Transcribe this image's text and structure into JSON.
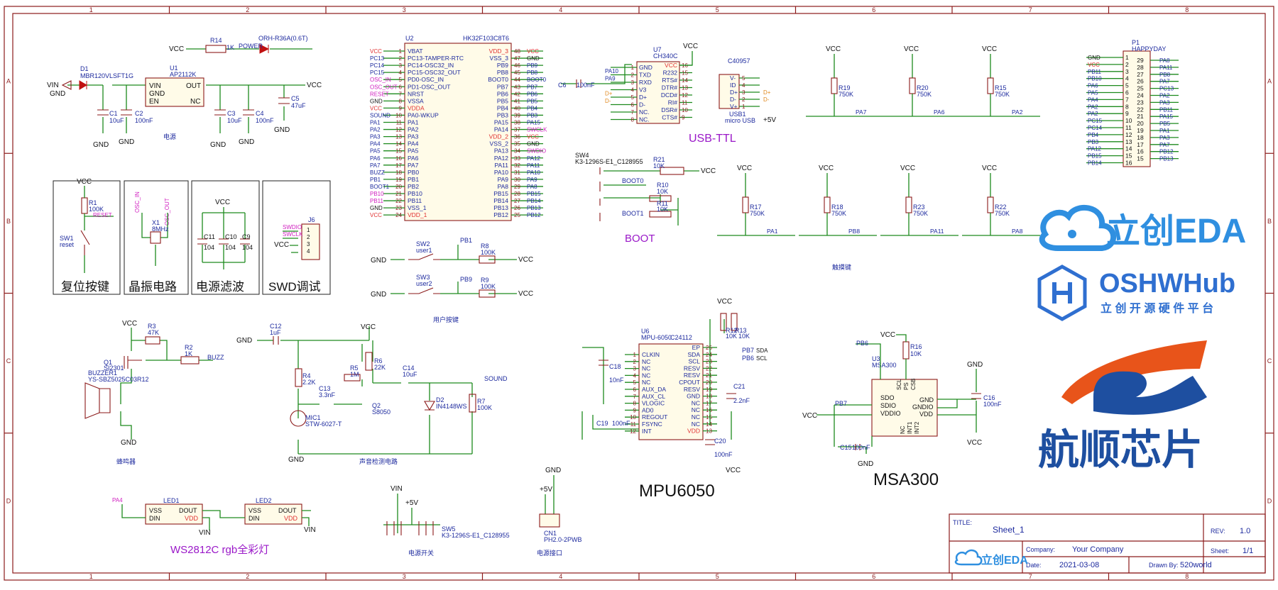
{
  "frame": {
    "col_labels": [
      "1",
      "2",
      "3",
      "4",
      "5",
      "6",
      "7",
      "8"
    ],
    "row_labels": [
      "A",
      "B",
      "C",
      "D"
    ]
  },
  "power": {
    "d1_ref": "D1",
    "d1_part": "MBR120VLSFT1G",
    "u1_ref": "U1",
    "u1_part": "AP2112K",
    "u1_pins": [
      "VIN",
      "GND",
      "EN",
      "OUT",
      "NC"
    ],
    "vin": "VIN",
    "gnd": "GND",
    "vcc": "VCC",
    "r14": "R14",
    "r14_val": "1K",
    "power_led_ref": "ORH-R36A(0.6T)",
    "power_led_name": "POWER",
    "c1": "C1",
    "c1_val": "10uF",
    "c2": "C2",
    "c2_val": "100nF",
    "c3": "C3",
    "c3_val": "10uF",
    "c4": "C4",
    "c4_val": "100nF",
    "c5": "C5",
    "c5_val": "47uF",
    "caption": "电源"
  },
  "mcu": {
    "ref": "U2",
    "part": "HK32F103C8T6",
    "left_pins": [
      {
        "n": "1",
        "name": "VBAT",
        "net": "VCC",
        "netc": "#e03030"
      },
      {
        "n": "2",
        "name": "PC13-TAMPER-RTC",
        "net": "PC13",
        "netc": "#1d2a9e"
      },
      {
        "n": "3",
        "name": "PC14-OSC32_IN",
        "net": "PC14",
        "netc": "#1d2a9e"
      },
      {
        "n": "4",
        "name": "PC15-OSC32_OUT",
        "net": "PC15",
        "netc": "#1d2a9e"
      },
      {
        "n": "5",
        "name": "PD0-OSC_IN",
        "net": "OSC_IN",
        "netc": "#d020c0"
      },
      {
        "n": "6",
        "name": "PD1-OSC_OUT",
        "net": "OSC_OUT",
        "netc": "#d020c0"
      },
      {
        "n": "7",
        "name": "NRST",
        "net": "RESET",
        "netc": "#d020c0"
      },
      {
        "n": "8",
        "name": "VSSA",
        "net": "GND",
        "netc": "#111111"
      },
      {
        "n": "9",
        "name": "VDDA",
        "net": "VCC",
        "netc": "#e03030"
      },
      {
        "n": "10",
        "name": "PA0-WKUP",
        "net": "SOUND",
        "netc": "#1d2a9e"
      },
      {
        "n": "11",
        "name": "PA1",
        "net": "PA1",
        "netc": "#1d2a9e"
      },
      {
        "n": "12",
        "name": "PA2",
        "net": "PA2",
        "netc": "#1d2a9e"
      },
      {
        "n": "13",
        "name": "PA3",
        "net": "PA3",
        "netc": "#1d2a9e"
      },
      {
        "n": "14",
        "name": "PA4",
        "net": "PA4",
        "netc": "#1d2a9e"
      },
      {
        "n": "15",
        "name": "PA5",
        "net": "PA5",
        "netc": "#1d2a9e"
      },
      {
        "n": "16",
        "name": "PA6",
        "net": "PA6",
        "netc": "#1d2a9e"
      },
      {
        "n": "17",
        "name": "PA7",
        "net": "PA7",
        "netc": "#1d2a9e"
      },
      {
        "n": "18",
        "name": "PB0",
        "net": "BUZZ",
        "netc": "#1d2a9e"
      },
      {
        "n": "19",
        "name": "PB1",
        "net": "PB1",
        "netc": "#1d2a9e"
      },
      {
        "n": "20",
        "name": "PB2",
        "net": "BOOT1",
        "netc": "#1d2a9e"
      },
      {
        "n": "21",
        "name": "PB10",
        "net": "PB10",
        "netc": "#d020c0"
      },
      {
        "n": "22",
        "name": "PB11",
        "net": "PB11",
        "netc": "#d020c0"
      },
      {
        "n": "23",
        "name": "VSS_1",
        "net": "GND",
        "netc": "#111111"
      },
      {
        "n": "24",
        "name": "VDD_1",
        "net": "VCC",
        "netc": "#e03030"
      }
    ],
    "right_pins": [
      {
        "n": "48",
        "name": "VDD_3",
        "net": "VCC",
        "netc": "#e03030"
      },
      {
        "n": "47",
        "name": "VSS_3",
        "net": "GND",
        "netc": "#111111"
      },
      {
        "n": "46",
        "name": "PB9",
        "net": "PB9",
        "netc": "#1d2a9e"
      },
      {
        "n": "45",
        "name": "PB8",
        "net": "PB8",
        "netc": "#1d2a9e"
      },
      {
        "n": "44",
        "name": "BOOT0",
        "net": "BOOT0",
        "netc": "#1d2a9e"
      },
      {
        "n": "43",
        "name": "PB7",
        "net": "PB7",
        "netc": "#1d2a9e"
      },
      {
        "n": "42",
        "name": "PB6",
        "net": "PB6",
        "netc": "#1d2a9e"
      },
      {
        "n": "41",
        "name": "PB5",
        "net": "PB5",
        "netc": "#1d2a9e"
      },
      {
        "n": "40",
        "name": "PB4",
        "net": "PB4",
        "netc": "#1d2a9e"
      },
      {
        "n": "39",
        "name": "PB3",
        "net": "PB3",
        "netc": "#1d2a9e"
      },
      {
        "n": "38",
        "name": "PA15",
        "net": "PA15",
        "netc": "#1d2a9e"
      },
      {
        "n": "37",
        "name": "PA14",
        "net": "SWCLK",
        "netc": "#d020c0"
      },
      {
        "n": "36",
        "name": "VDD_2",
        "net": "VCC",
        "netc": "#e03030"
      },
      {
        "n": "35",
        "name": "VSS_2",
        "net": "GND",
        "netc": "#111111"
      },
      {
        "n": "34",
        "name": "PA13",
        "net": "SWDIO",
        "netc": "#d020c0"
      },
      {
        "n": "33",
        "name": "PA12",
        "net": "PA12",
        "netc": "#1d2a9e"
      },
      {
        "n": "32",
        "name": "PA11",
        "net": "PA11",
        "netc": "#1d2a9e"
      },
      {
        "n": "31",
        "name": "PA10",
        "net": "PA10",
        "netc": "#1d2a9e"
      },
      {
        "n": "30",
        "name": "PA9",
        "net": "PA9",
        "netc": "#1d2a9e"
      },
      {
        "n": "29",
        "name": "PA8",
        "net": "PA8",
        "netc": "#1d2a9e"
      },
      {
        "n": "28",
        "name": "PB15",
        "net": "PB15",
        "netc": "#1d2a9e"
      },
      {
        "n": "27",
        "name": "PB14",
        "net": "PB14",
        "netc": "#1d2a9e"
      },
      {
        "n": "26",
        "name": "PB13",
        "net": "PB13",
        "netc": "#1d2a9e"
      },
      {
        "n": "25",
        "name": "PB12",
        "net": "PB12",
        "netc": "#1d2a9e"
      }
    ]
  },
  "usb": {
    "u7": "U7",
    "u7_part": "CH340C",
    "left_pins": [
      {
        "n": "1",
        "name": "GND"
      },
      {
        "n": "2",
        "name": "TXD"
      },
      {
        "n": "3",
        "name": "RXD"
      },
      {
        "n": "4",
        "name": "V3"
      },
      {
        "n": "5",
        "name": "D+"
      },
      {
        "n": "6",
        "name": "D-"
      },
      {
        "n": "7",
        "name": "NC."
      },
      {
        "n": "8",
        "name": "NC."
      }
    ],
    "right_pins": [
      {
        "n": "16",
        "name": "VCC"
      },
      {
        "n": "15",
        "name": "R232"
      },
      {
        "n": "14",
        "name": "RTS#"
      },
      {
        "n": "13",
        "name": "DTR#"
      },
      {
        "n": "12",
        "name": "DCD#"
      },
      {
        "n": "11",
        "name": "RI#"
      },
      {
        "n": "10",
        "name": "DSR#"
      },
      {
        "n": "9",
        "name": "CTS#"
      }
    ],
    "nets_left": [
      "PA10",
      "PA9",
      "",
      "D+",
      "D-"
    ],
    "c6": "C6",
    "c6_val": "100nF",
    "conn_ref": "C40957",
    "conn_pins": [
      "V-",
      "ID",
      "D+",
      "D-",
      "V+"
    ],
    "usb1": "USB1",
    "usb1_part": "micro USB",
    "plus5v": "+5V",
    "caption": "USB-TTL"
  },
  "boot": {
    "sw4": "SW4",
    "sw4_part": "K3-1296S-E1_C128955",
    "r21": "R21",
    "r21_val": "10K",
    "r10": "R10",
    "r10_val": "10K",
    "r11": "R11",
    "r11_val": "10K",
    "boot0": "BOOT0",
    "boot1": "BOOT1",
    "caption": "BOOT"
  },
  "touch": {
    "res": [
      {
        "ref": "R19",
        "val": "750K",
        "net": "PA7"
      },
      {
        "ref": "R20",
        "val": "750K",
        "net": "PA6"
      },
      {
        "ref": "R15",
        "val": "750K",
        "net": "PA2"
      },
      {
        "ref": "R17",
        "val": "750K",
        "net": "PA1"
      },
      {
        "ref": "R18",
        "val": "750K",
        "net": "PB8"
      },
      {
        "ref": "R23",
        "val": "750K",
        "net": "PA11"
      },
      {
        "ref": "R22",
        "val": "750K",
        "net": "PA8"
      }
    ],
    "caption": "触摸键"
  },
  "header": {
    "ref": "P1",
    "part": "HAPPYDAY",
    "left_nets": [
      "GND",
      "VCC",
      "PB11",
      "PB10",
      "PA6",
      "PA5",
      "PA4",
      "PA2",
      "PA2",
      "PC15",
      "PC14",
      "PB4",
      "PB3",
      "PA12",
      "PB15",
      "PB14"
    ],
    "right_nets": [
      "PA8",
      "PA11",
      "PB8",
      "PA7",
      "PC13",
      "PA2",
      "PA3",
      "PB11",
      "PA15",
      "PB5",
      "PA1",
      "PA3",
      "PA7",
      "PB12",
      "PB13"
    ]
  },
  "reset": {
    "r1": "R1",
    "r1_val": "100K",
    "sw1": "SW1",
    "sw1_name": "reset",
    "net": "RESET",
    "caption": "复位按键"
  },
  "xtal": {
    "ref": "X1",
    "val": "8MHz",
    "osc_in": "OSC_IN",
    "osc_out": "OSC_OUT",
    "caption": "晶振电路"
  },
  "filter": {
    "c11": "C11",
    "c10": "C10",
    "c9": "C9",
    "val": "104",
    "caption": "电源滤波"
  },
  "swd": {
    "ref": "J6",
    "swdio": "SWDIO",
    "swclk": "SWCLK",
    "caption": "SWD调试"
  },
  "userkeys": {
    "sw2": "SW2",
    "sw2_name": "user1",
    "r8": "R8",
    "r8_val": "100K",
    "net1": "PB1",
    "sw3": "SW3",
    "sw3_name": "user2",
    "r9": "R9",
    "r9_val": "100K",
    "net2": "PB9",
    "caption": "用户按键"
  },
  "buzzer": {
    "r3": "R3",
    "r3_val": "47K",
    "r2": "R2",
    "r2_val": "1K",
    "q1": "Q1",
    "q1_part": "SI2301",
    "bz_ref": "BUZZER1",
    "bz_part": "YS-SBZ5025C03R12",
    "net": "BUZZ",
    "caption": "蜂鸣器"
  },
  "sound": {
    "c12": "C12",
    "c12_val": "1uF",
    "r4": "R4",
    "r4_val": "2.2K",
    "r5": "R5",
    "r5_val": "1M",
    "r6": "R6",
    "r6_val": "22K",
    "c13": "C13",
    "c13_val": "3.3nF",
    "c14": "C14",
    "c14_val": "10uF",
    "q2": "Q2",
    "q2_part": "S8050",
    "d2": "D2",
    "d2_part": "IN4148WS",
    "r7": "R7",
    "r7_val": "100K",
    "mic": "MIC1",
    "mic_part": "STW-6027-T",
    "net": "SOUND",
    "caption": "声音检测电路"
  },
  "mpu": {
    "ref": "U6",
    "part": "MPU-6050",
    "lcsc": "C24112",
    "left_pins": [
      "CLKIN",
      "NC",
      "NC",
      "NC",
      "NC",
      "AUX_DA",
      "AUX_CL",
      "VLOGIC",
      "AD0",
      "REGOUT",
      "FSYNC",
      "INT"
    ],
    "left_nums": [
      "1",
      "2",
      "3",
      "4",
      "5",
      "6",
      "7",
      "8",
      "9",
      "10",
      "11",
      "12"
    ],
    "right_pins": [
      "EP",
      "SDA",
      "SCL",
      "RESV",
      "RESV",
      "CPOUT",
      "RESV",
      "GND",
      "NC",
      "NC",
      "NC",
      "NC",
      "VDD"
    ],
    "right_nums": [
      "25",
      "24",
      "23",
      "22",
      "21",
      "20",
      "19",
      "18",
      "17",
      "16",
      "15",
      "14",
      "13"
    ],
    "c18": "C18",
    "c18_val": "10nF",
    "c19": "C19",
    "c19_val": "100nF",
    "c20": "C20",
    "c20_val": "100nF",
    "c21": "C21",
    "c21_val": "2.2nF",
    "r12": "R12",
    "r13": "R13",
    "r_val": "10K",
    "pb7": "PB7",
    "pb6": "PB6",
    "sda": "SDA",
    "scl": "SCL",
    "caption": "MPU6050"
  },
  "msa": {
    "ref": "U3",
    "part": "MSA300",
    "r16": "R16",
    "r16_val": "10K",
    "left_pins": [
      "SDO",
      "SDIO",
      "VDDIO"
    ],
    "right_pins": [
      "GND",
      "GNDIO",
      "VDD"
    ],
    "top_pins": [
      "SCL",
      "PS",
      "CSB"
    ],
    "bot_pins": [
      "NC",
      "INT1",
      "INT2"
    ],
    "c15": "C15",
    "c15_val": "100nF",
    "c16": "C16",
    "c16_val": "100nF",
    "pb6": "PB6",
    "pb7": "PB7",
    "caption": "MSA300"
  },
  "leds": {
    "led1": "LED1",
    "led2": "LED2",
    "pins": [
      "VSS",
      "DIN",
      "DOUT",
      "VDD"
    ],
    "net": "PA4",
    "vin": "VIN",
    "caption": "WS2812C rgb全彩灯"
  },
  "pwr_switch": {
    "ref": "SW5",
    "part": "K3-1296S-E1_C128955",
    "vin": "VIN",
    "plus5v": "+5V",
    "caption": "电源开关"
  },
  "pwr_conn": {
    "ref": "CN1",
    "part": "PH2.0-2PWB",
    "gnd": "GND",
    "plus5v": "+5V",
    "caption": "电源接口"
  },
  "logos": {
    "eda": "立创EDA",
    "oshw": "OSHWHub",
    "oshw_sub": "立 创 开 源 硬 件 平 台",
    "brand": "航顺芯片"
  },
  "title_block": {
    "title_label": "TITLE:",
    "title": "Sheet_1",
    "rev_label": "REV:",
    "rev": "1.0",
    "company_label": "Company:",
    "company": "Your Company",
    "sheet_label": "Sheet:",
    "sheet": "1/1",
    "date_label": "Date:",
    "date": "2021-03-08",
    "drawn_label": "Drawn By:",
    "drawn": "520world",
    "logo": "立创EDA"
  }
}
